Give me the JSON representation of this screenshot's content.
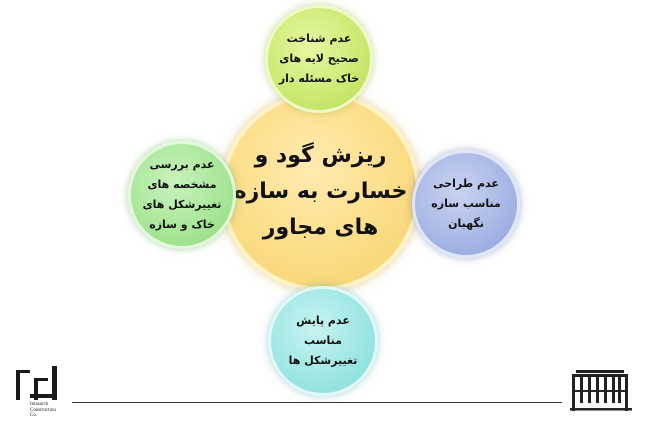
{
  "diagram": {
    "center": {
      "lines": [
        "ریزش گود و",
        "خسارت به سازه",
        "های مجاور"
      ]
    },
    "top": {
      "lines": [
        "عدم شناخت",
        "صحیح لایه های",
        "خاک مسئله دار"
      ]
    },
    "left": {
      "lines": [
        "عدم بررسی",
        "مشخصه های",
        "تغییرشکل های",
        "خاک و سازه"
      ]
    },
    "right": {
      "lines": [
        "عدم طراحی",
        "مناسب سازه",
        "نگهبان"
      ]
    },
    "bottom": {
      "lines": [
        "عدم پایش",
        "مناسب",
        "تغییرشکل ها"
      ]
    }
  },
  "logo": {
    "text_lines": [
      "Intasarch",
      "Construction",
      "Co."
    ]
  },
  "colors": {
    "center": "#fde08e",
    "top": "#cceb74",
    "left": "#a9e79a",
    "right": "#a9b8e6",
    "bottom": "#9fe7e4"
  },
  "icons": [
    "company-logo-icon",
    "building-facade-icon"
  ]
}
